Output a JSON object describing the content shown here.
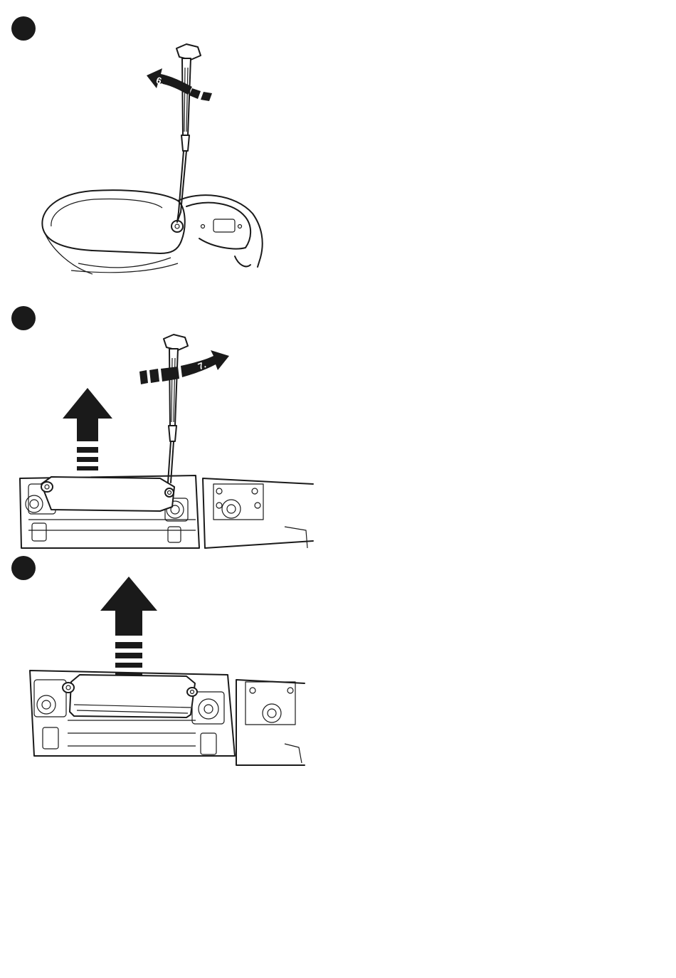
{
  "steps": [
    {
      "id": "step-1",
      "rotation_label": "6."
    },
    {
      "id": "step-2",
      "rotation_label": "7."
    },
    {
      "id": "step-3"
    }
  ],
  "colors": {
    "ink": "#1a1a1a",
    "paper": "#ffffff"
  },
  "icons": [
    "step-marker-icon",
    "screwdriver-icon",
    "rotate-arrow-icon",
    "lift-arrow-icon"
  ]
}
